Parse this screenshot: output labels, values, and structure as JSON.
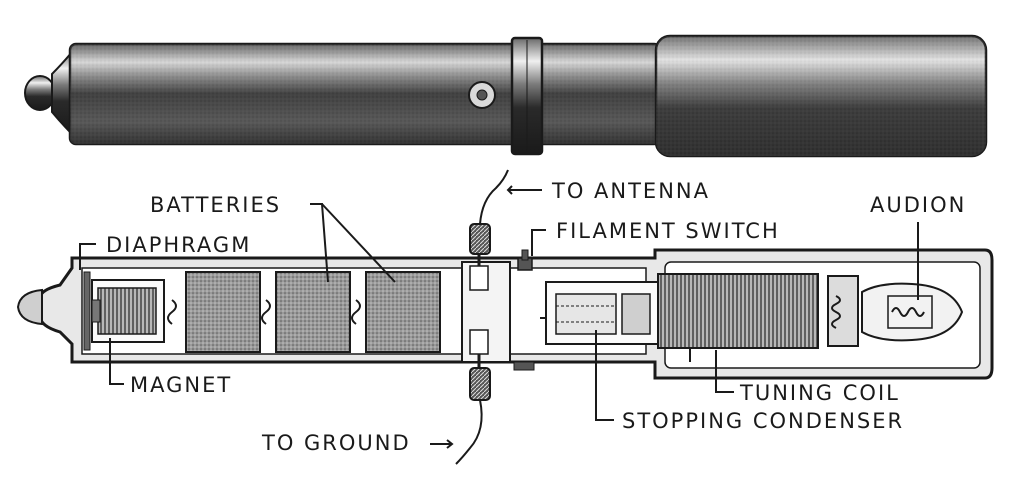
{
  "diagram": {
    "labels": {
      "to_antenna": "TO ANTENNA",
      "batteries": "BATTERIES",
      "audion": "AUDION",
      "filament_switch": "FILAMENT SWITCH",
      "diaphragm": "DIAPHRAGM",
      "magnet": "MAGNET",
      "tuning_coil": "TUNING COIL",
      "stopping_condenser": "STOPPING CONDENSER",
      "to_ground": "TO GROUND"
    },
    "colors": {
      "ink": "#1a1a1a",
      "casing_dark": "#3a3a3a",
      "casing_mid": "#6e6e6e",
      "casing_light": "#d8d8d8",
      "cell_fill": "#cfcfcf",
      "background": "#ffffff"
    }
  }
}
